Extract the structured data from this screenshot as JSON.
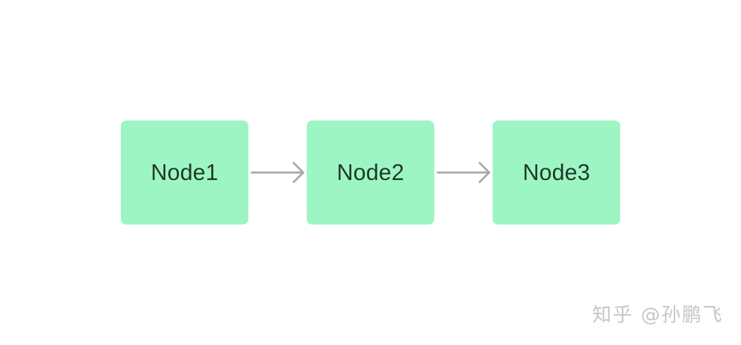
{
  "nodes": [
    {
      "label": "Node1"
    },
    {
      "label": "Node2"
    },
    {
      "label": "Node3"
    }
  ],
  "edges": [
    {
      "from": "Node1",
      "to": "Node2"
    },
    {
      "from": "Node2",
      "to": "Node3"
    }
  ],
  "watermark": "知乎 @孙鹏飞",
  "colors": {
    "background": "#ffffff",
    "node_fill": "#9ef5c4",
    "node_text": "#1e3a28",
    "arrow": "#a9a9a9",
    "watermark": "#c6c6c6"
  }
}
